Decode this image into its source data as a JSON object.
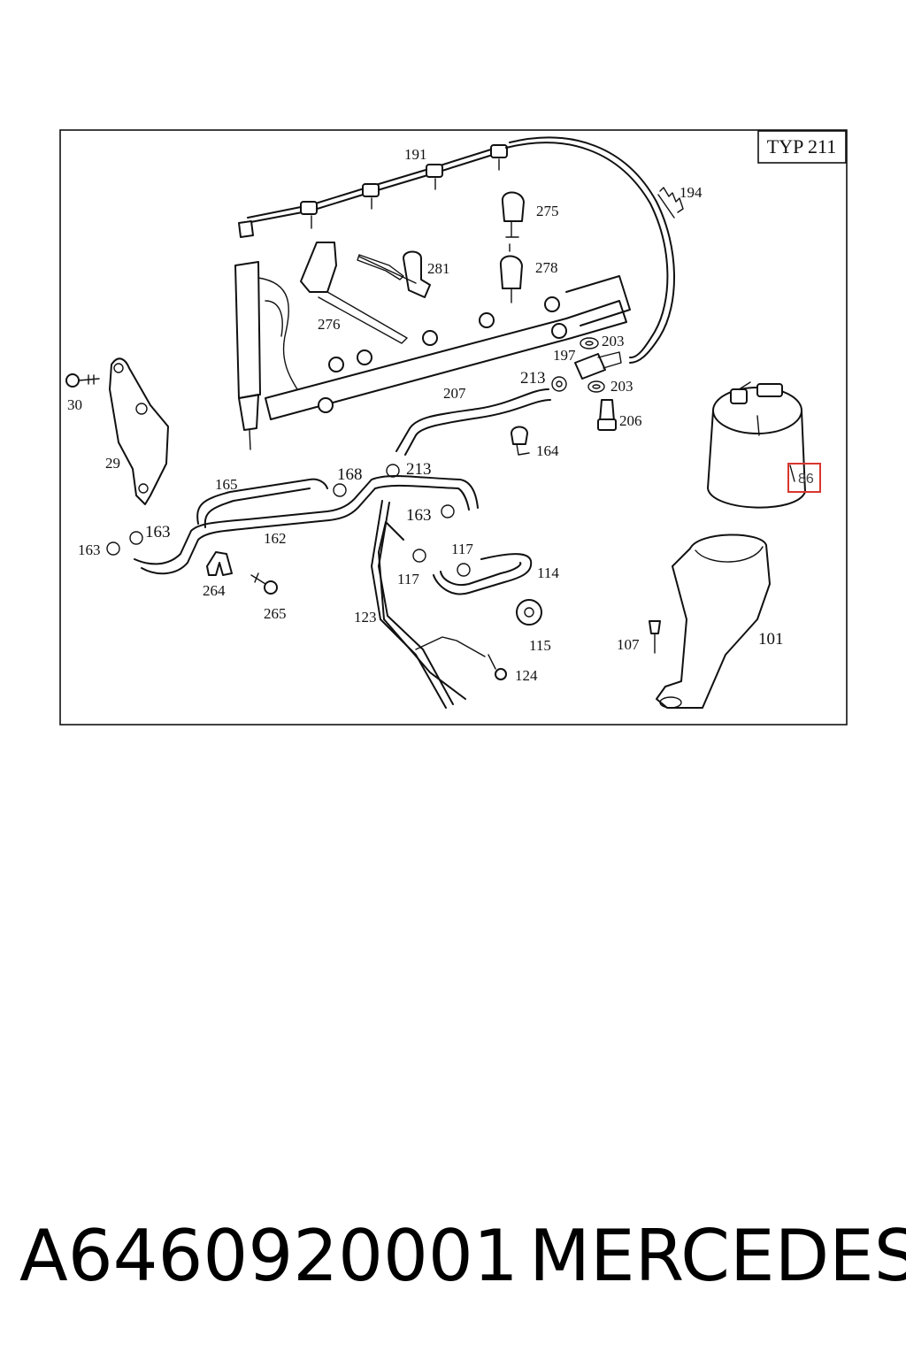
{
  "diagram": {
    "type_label": "TYP 211",
    "highlighted_part": "86",
    "callouts": {
      "c191": "191",
      "c194": "194",
      "c275": "275",
      "c281": "281",
      "c278": "278",
      "c276": "276",
      "c203a": "203",
      "c197": "197",
      "c203b": "203",
      "c213a": "213",
      "c207": "207",
      "c206": "206",
      "c30": "30",
      "c29": "29",
      "c164": "164",
      "c165": "165",
      "c168": "168",
      "c213b": "213",
      "c163a": "163",
      "c163b": "163",
      "c163c": "163",
      "c162": "162",
      "c117a": "117",
      "c117b": "117",
      "c114": "114",
      "c264": "264",
      "c265": "265",
      "c123": "123",
      "c115": "115",
      "c107": "107",
      "c101": "101",
      "c124": "124"
    }
  },
  "footer": {
    "part_number": "A6460920001",
    "brand": "MERCEDES"
  }
}
